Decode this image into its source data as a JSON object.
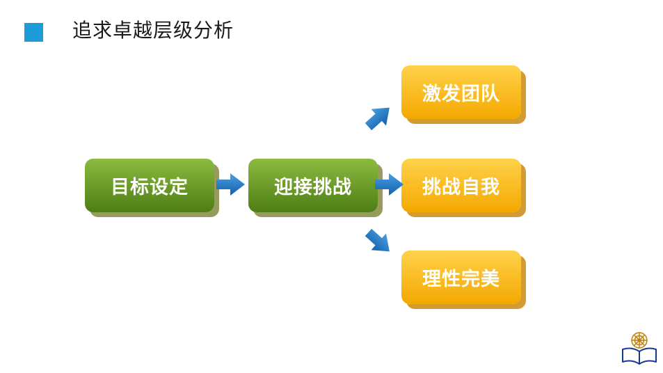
{
  "slide": {
    "title": "追求卓越层级分析",
    "accent_color": "#1E9CD7",
    "background_color": "#FFFFFF"
  },
  "diagram": {
    "type": "flowchart",
    "nodes": [
      {
        "id": "goal",
        "label": "目标设定",
        "color": "green"
      },
      {
        "id": "challenge",
        "label": "迎接挑战",
        "color": "green"
      },
      {
        "id": "team",
        "label": "激发团队",
        "color": "yellow"
      },
      {
        "id": "self",
        "label": "挑战自我",
        "color": "yellow"
      },
      {
        "id": "perfect",
        "label": "理性完美",
        "color": "yellow"
      }
    ],
    "connections": [
      {
        "from": "目标设定",
        "to": "迎接挑战",
        "direction": "right"
      },
      {
        "from": "迎接挑战",
        "to": "激发团队",
        "direction": "up-right"
      },
      {
        "from": "迎接挑战",
        "to": "挑战自我",
        "direction": "right"
      },
      {
        "from": "迎接挑战",
        "to": "理性完美",
        "direction": "down-right"
      }
    ],
    "colors": {
      "green_node_top": "#8CBB40",
      "green_node_bottom": "#4E7D15",
      "yellow_node_top": "#FFD24B",
      "yellow_node_bottom": "#F4A800",
      "arrow_blue": "#1E78C8",
      "node_text": "#FFFFFF"
    }
  },
  "footer": {
    "logo": "open-book-with-gold-ornament"
  }
}
